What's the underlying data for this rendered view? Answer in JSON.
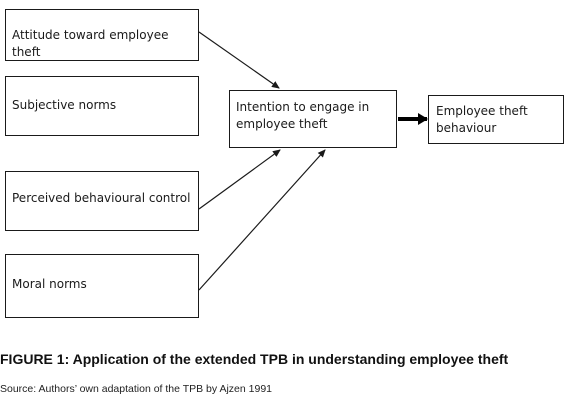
{
  "diagram": {
    "boxes": {
      "attitude": "Attitude toward employee theft",
      "subjective_norms": "Subjective norms",
      "perceived_control": "Perceived behavioural control",
      "moral_norms": "Moral norms",
      "intention": "Intention to engage in employee theft",
      "behaviour": "Employee theft behaviour"
    }
  },
  "figure": {
    "caption": "FIGURE 1: Application of the extended TPB in understanding employee theft",
    "source": "Source: Authors’ own adaptation of the TPB by Ajzen 1991"
  }
}
